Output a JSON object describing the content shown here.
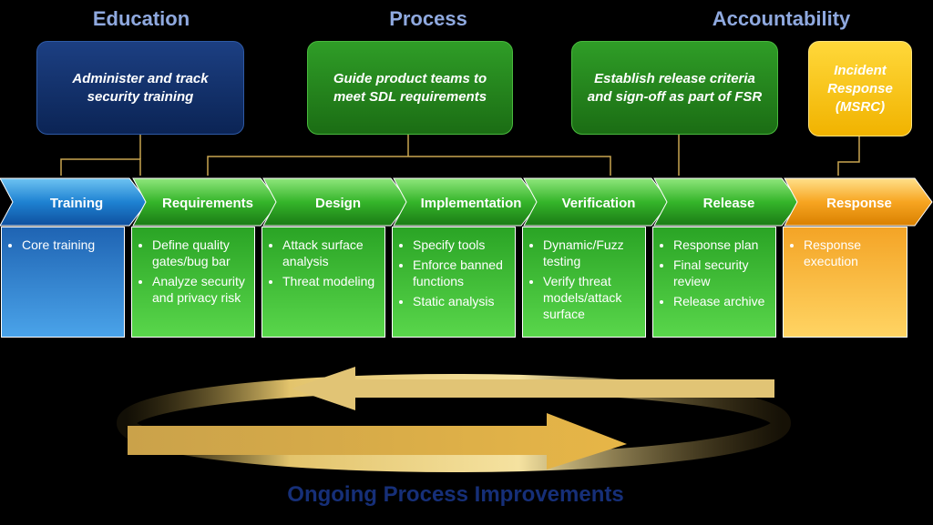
{
  "headings": {
    "education": "Education",
    "process": "Process",
    "accountability": "Accountability"
  },
  "top_boxes": {
    "education": "Administer and track security training",
    "process": "Guide product teams to meet SDL requirements",
    "accountability": "Establish release criteria and sign-off as part of FSR",
    "incident": "Incident Response (MSRC)"
  },
  "phases": [
    {
      "label": "Training",
      "items": [
        "Core training"
      ]
    },
    {
      "label": "Requirements",
      "items": [
        "Define quality gates/bug bar",
        "Analyze security and privacy risk"
      ]
    },
    {
      "label": "Design",
      "items": [
        "Attack surface analysis",
        "Threat modeling"
      ]
    },
    {
      "label": "Implementation",
      "items": [
        "Specify tools",
        "Enforce banned functions",
        "Static analysis"
      ]
    },
    {
      "label": "Verification",
      "items": [
        "Dynamic/Fuzz testing",
        "Verify threat models/attack surface"
      ]
    },
    {
      "label": "Release",
      "items": [
        "Response plan",
        "Final security review",
        "Release archive"
      ]
    },
    {
      "label": "Response",
      "items": [
        "Response execution"
      ]
    }
  ],
  "footer": {
    "title": "Ongoing Process Improvements"
  },
  "colors": {
    "blue": "#1f64b3",
    "green": "#2aa425",
    "orange": "#f4a426",
    "gold": "#c9a650",
    "heading": "#8fa9df"
  }
}
